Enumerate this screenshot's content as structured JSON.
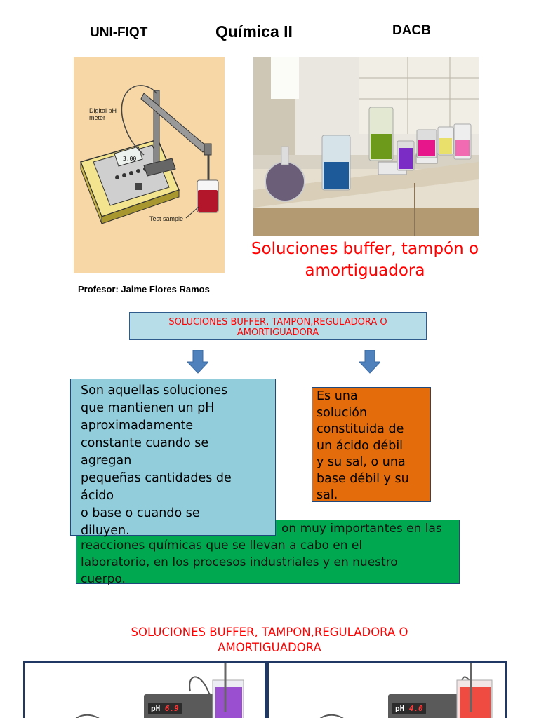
{
  "header": {
    "left": "UNI-FIQT",
    "center": "Química II",
    "right": "DACB"
  },
  "meter_image": {
    "label_meter_line1": "Digital pH",
    "label_meter_line2": "meter",
    "label_sample": "Test sample",
    "display": "3.00"
  },
  "main_title": {
    "line1": "Soluciones buffer, tampón o",
    "line2": "amortiguadora"
  },
  "professor": "Profesor: Jaime Flores Ramos",
  "title_box": {
    "line1": "SOLUCIONES BUFFER, TAMPON,REGULADORA O",
    "line2": "AMORTIGUADORA"
  },
  "blue_box": [
    "Son aquellas soluciones",
    "que mantienen un pH",
    "aproximadamente",
    "constante cuando se",
    "agregan",
    "pequeñas cantidades de",
    "ácido",
    "o base o cuando se",
    "diluyen."
  ],
  "orange_box": [
    "Es una",
    "solución",
    "constituida de",
    "un ácido débil",
    "y su sal, o una",
    "base débil y su",
    "sal."
  ],
  "green_box": [
    "on muy importantes en las",
    "reacciones químicas que se llevan a cabo en el",
    "laboratorio, en los procesos industriales y en nuestro",
    "cuerpo."
  ],
  "bottom_title": {
    "line1": "SOLUCIONES BUFFER, TAMPON,REGULADORA O",
    "line2": "AMORTIGUADORA"
  },
  "bottom_panels": [
    {
      "ph_label": "pH",
      "ph_value": "6.9"
    },
    {
      "ph_label": "pH",
      "ph_value": "4.0"
    }
  ],
  "colors": {
    "title_red": "#ff0000",
    "box_blue": "#92cddc",
    "box_orange": "#e46c0a",
    "box_green": "#00a94f",
    "title_box_bg": "#b7dde8",
    "arrow_blue": "#4f81bd"
  }
}
